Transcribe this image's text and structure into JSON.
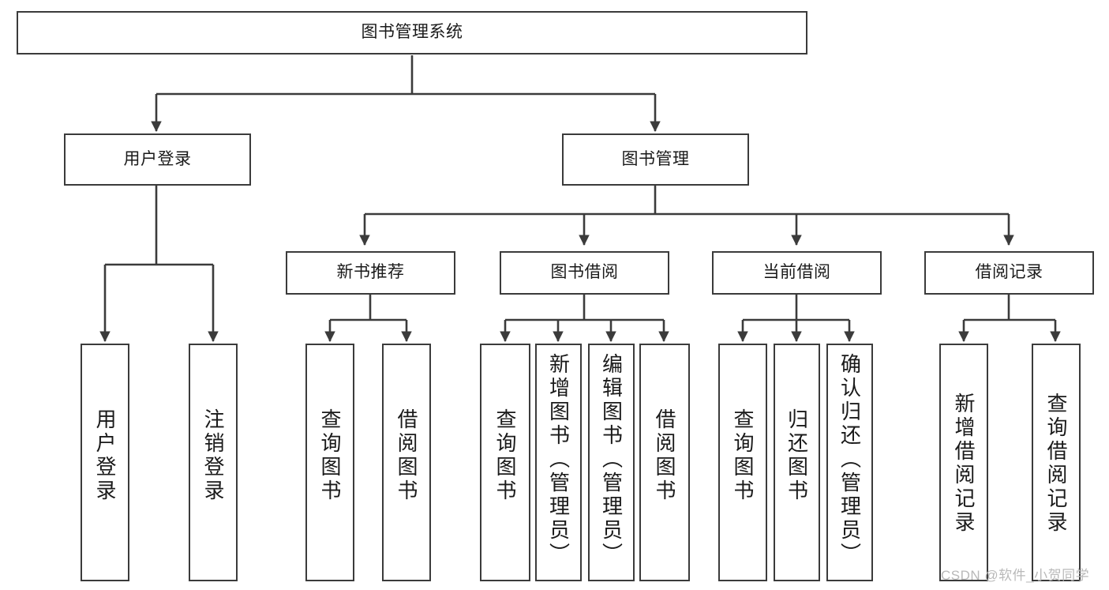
{
  "diagram": {
    "type": "tree",
    "title": "图书管理系统",
    "watermark": "CSDN @软件_小贺同学",
    "colors": {
      "stroke": "#3b3b3b",
      "fill": "#ffffff",
      "text": "#1a1a1a",
      "watermark": "#b9b9b9"
    },
    "nodes": {
      "root": {
        "label": "图书管理系统",
        "level": 1
      },
      "l2": [
        {
          "id": "user-login",
          "label": "用户登录",
          "level": 2
        },
        {
          "id": "book-manage",
          "label": "图书管理",
          "level": 2
        }
      ],
      "l3": [
        {
          "id": "new-book-recommend",
          "label": "新书推荐",
          "level": 3,
          "parent": "book-manage"
        },
        {
          "id": "book-borrow",
          "label": "图书借阅",
          "level": 3,
          "parent": "book-manage"
        },
        {
          "id": "current-borrow",
          "label": "当前借阅",
          "level": 3,
          "parent": "book-manage"
        },
        {
          "id": "borrow-record",
          "label": "借阅记录",
          "level": 3,
          "parent": "book-manage"
        }
      ],
      "leaves": [
        {
          "id": "leaf-user-login",
          "label": "用户登录",
          "parent": "user-login"
        },
        {
          "id": "leaf-logout-login",
          "label": "注销登录",
          "parent": "user-login"
        },
        {
          "id": "leaf-query-book-1",
          "label": "查询图书",
          "parent": "new-book-recommend"
        },
        {
          "id": "leaf-borrow-book-1",
          "label": "借阅图书",
          "parent": "new-book-recommend"
        },
        {
          "id": "leaf-query-book-2",
          "label": "查询图书",
          "parent": "book-borrow"
        },
        {
          "id": "leaf-add-book",
          "label": "新增图书（管理员）",
          "parent": "book-borrow"
        },
        {
          "id": "leaf-edit-book",
          "label": "编辑图书（管理员）",
          "parent": "book-borrow"
        },
        {
          "id": "leaf-borrow-book-2",
          "label": "借阅图书",
          "parent": "book-borrow"
        },
        {
          "id": "leaf-query-book-3",
          "label": "查询图书",
          "parent": "current-borrow"
        },
        {
          "id": "leaf-return-book",
          "label": "归还图书",
          "parent": "current-borrow"
        },
        {
          "id": "leaf-confirm-return",
          "label": "确认归还（管理员）",
          "parent": "current-borrow"
        },
        {
          "id": "leaf-add-record",
          "label": "新增借阅记录",
          "parent": "borrow-record"
        },
        {
          "id": "leaf-query-record",
          "label": "查询借阅记录",
          "parent": "borrow-record"
        }
      ]
    }
  }
}
